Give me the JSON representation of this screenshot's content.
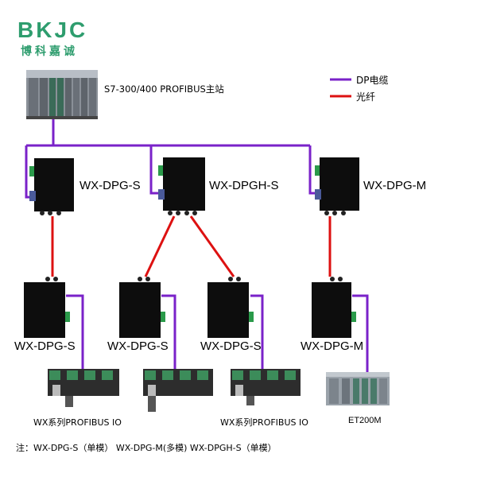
{
  "brand": {
    "logo_text": "BKJC",
    "name_cn": "博科嘉诚",
    "color": "#2e9d6e"
  },
  "master_station": {
    "label": "S7-300/400 PROFIBUS主站"
  },
  "legend": {
    "items": [
      {
        "label": "DP电缆",
        "color": "#7a22c9"
      },
      {
        "label": "光纤",
        "color": "#dd1111"
      }
    ]
  },
  "devices": {
    "top_left": "WX-DPG-S",
    "top_mid": "WX-DPGH-S",
    "top_right": "WX-DPG-M",
    "bottom_1": "WX-DPG-S",
    "bottom_2": "WX-DPG-S",
    "bottom_3": "WX-DPG-S",
    "bottom_4": "WX-DPG-M"
  },
  "io_labels": {
    "io_1": "WX系列PROFIBUS IO",
    "io_3": "WX系列PROFIBUS IO",
    "et200": "ET200M"
  },
  "note": "注：WX-DPG-S（单模） WX-DPG-M(多模)  WX-DPGH-S（单模）"
}
